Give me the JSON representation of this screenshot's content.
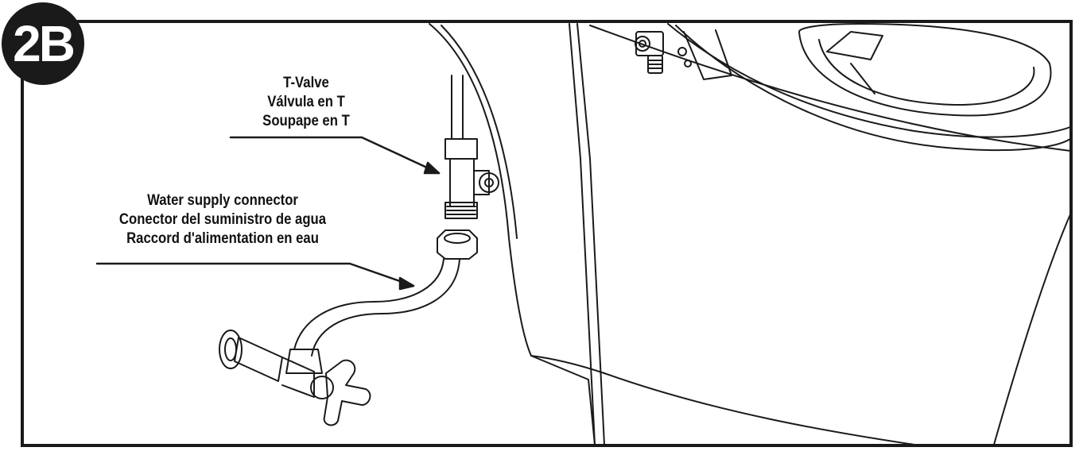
{
  "step": {
    "badge": "2B"
  },
  "callouts": {
    "t_valve": {
      "en": "T-Valve",
      "es": "Válvula en T",
      "fr": "Soupape en T"
    },
    "water_supply_connector": {
      "en": "Water supply connector",
      "es": "Conector del suministro de agua",
      "fr": "Raccord d'alimentation en eau"
    }
  },
  "colors": {
    "line": "#1a1a1a",
    "background": "#ffffff"
  }
}
